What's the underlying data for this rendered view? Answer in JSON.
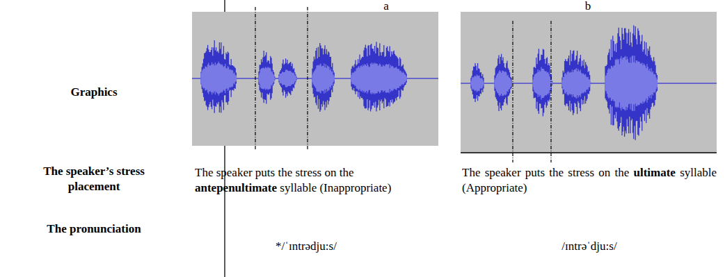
{
  "diagram": {
    "labels": [
      "a",
      "b",
      "Graphics",
      "The speaker’s stress placement",
      "The pronunciation",
      "The speaker puts the stress on the",
      "antepenultimate",
      "syllable (Inappropriate)",
      "The speaker puts the stress on the",
      "ultimate",
      "syllable (Appropriate)",
      "*/ˈɪntrədju:s/",
      "/ɪntrəˈdju:s/"
    ]
  }
}
